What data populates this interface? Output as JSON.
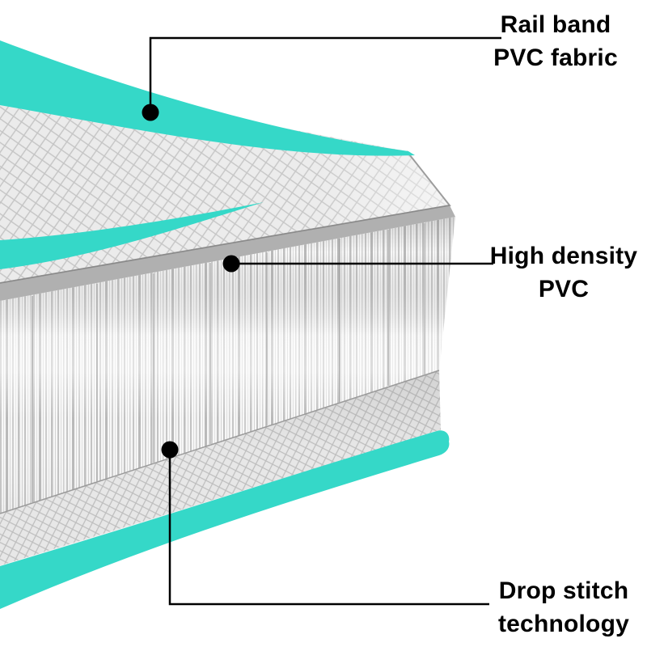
{
  "colors": {
    "bg": "#ffffff",
    "teal": "#35d8c8",
    "ink": "#000000"
  },
  "callouts": {
    "rail_band": {
      "line1": "Rail band",
      "line2": "PVC fabric"
    },
    "high_density": {
      "line1": "High density",
      "line2": "PVC"
    },
    "drop_stitch": {
      "line1": "Drop stitch",
      "line2": "technology"
    }
  }
}
